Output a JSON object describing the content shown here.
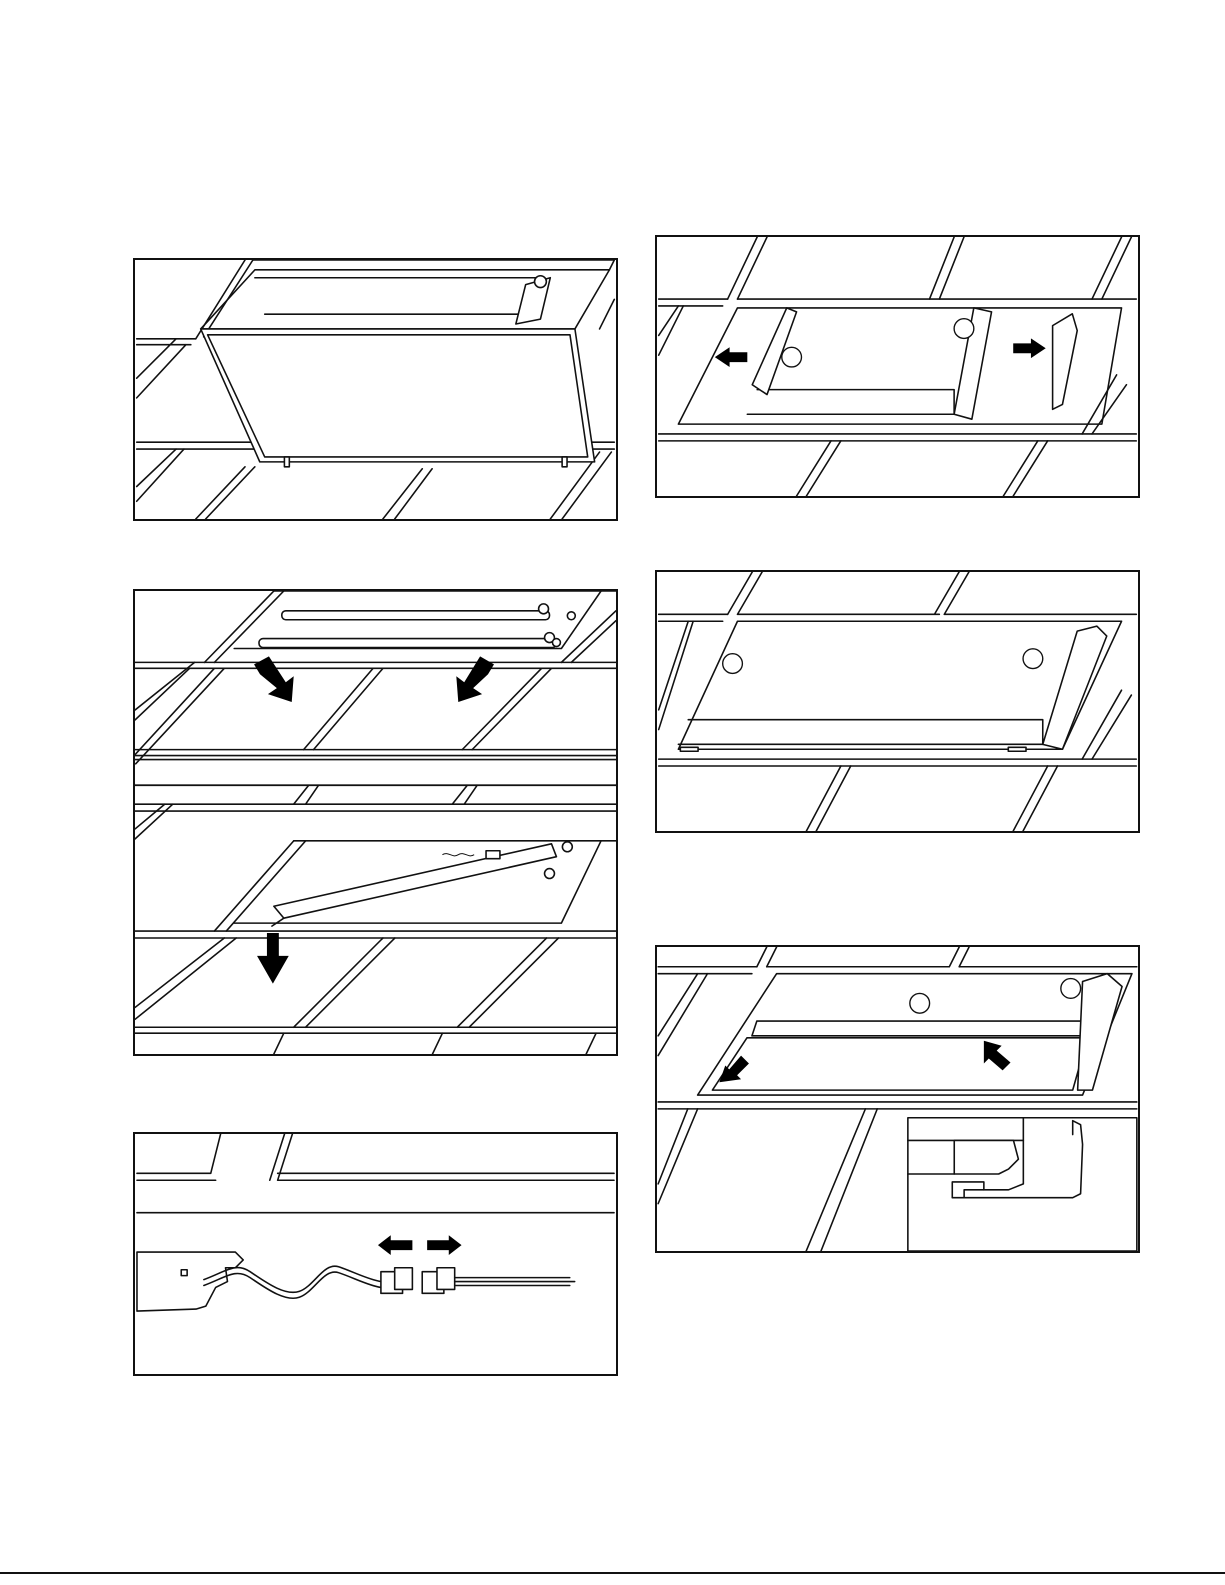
{
  "panels": [
    {
      "id": "panel-1",
      "depicts": "lens-door-open"
    },
    {
      "id": "panel-2",
      "depicts": "lamp-and-cover-removal"
    },
    {
      "id": "panel-3",
      "depicts": "wire-connector-disconnect"
    },
    {
      "id": "panel-4",
      "depicts": "reflector-brackets-outward"
    },
    {
      "id": "panel-5",
      "depicts": "reflector-brackets-installed"
    },
    {
      "id": "panel-6",
      "depicts": "cover-insert-with-detail"
    }
  ],
  "icons": [
    "arrow-icon",
    "callout-circle-icon"
  ],
  "colors": {
    "line": "#111111",
    "background": "#ffffff"
  }
}
